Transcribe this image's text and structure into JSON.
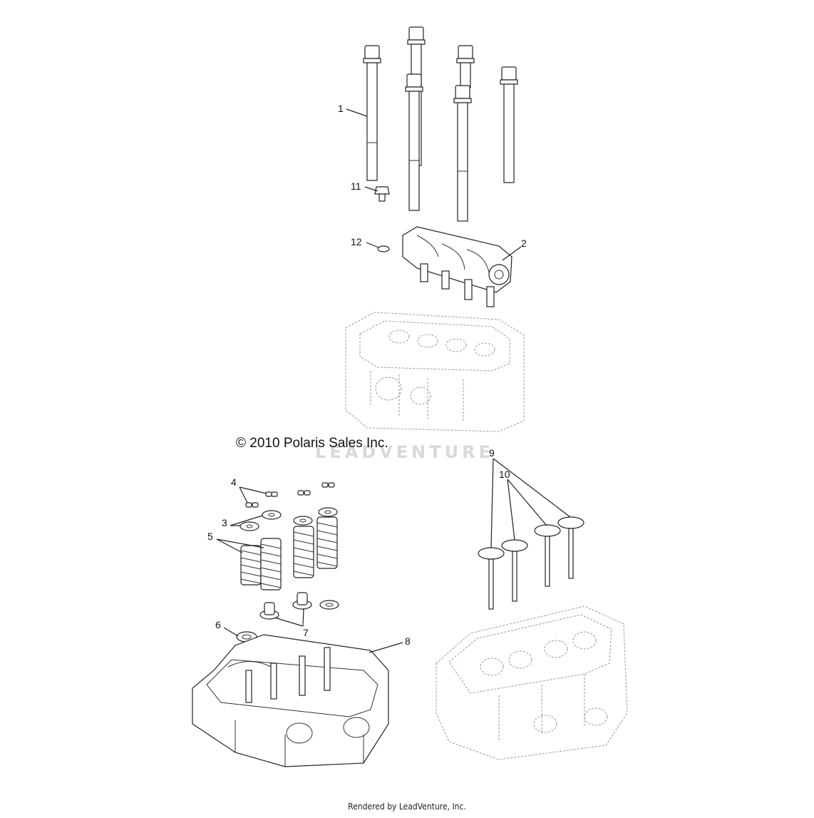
{
  "copyright": "© 2010 Polaris Sales Inc.",
  "watermark": "LEADVENTURE",
  "footer": "Rendered by LeadVenture, Inc.",
  "callouts": {
    "c1": "1",
    "c2": "2",
    "c3": "3",
    "c4": "4",
    "c5": "5",
    "c6": "6",
    "c7": "7",
    "c8": "8",
    "c9": "9",
    "c10": "10",
    "c11": "11",
    "c12": "12"
  }
}
